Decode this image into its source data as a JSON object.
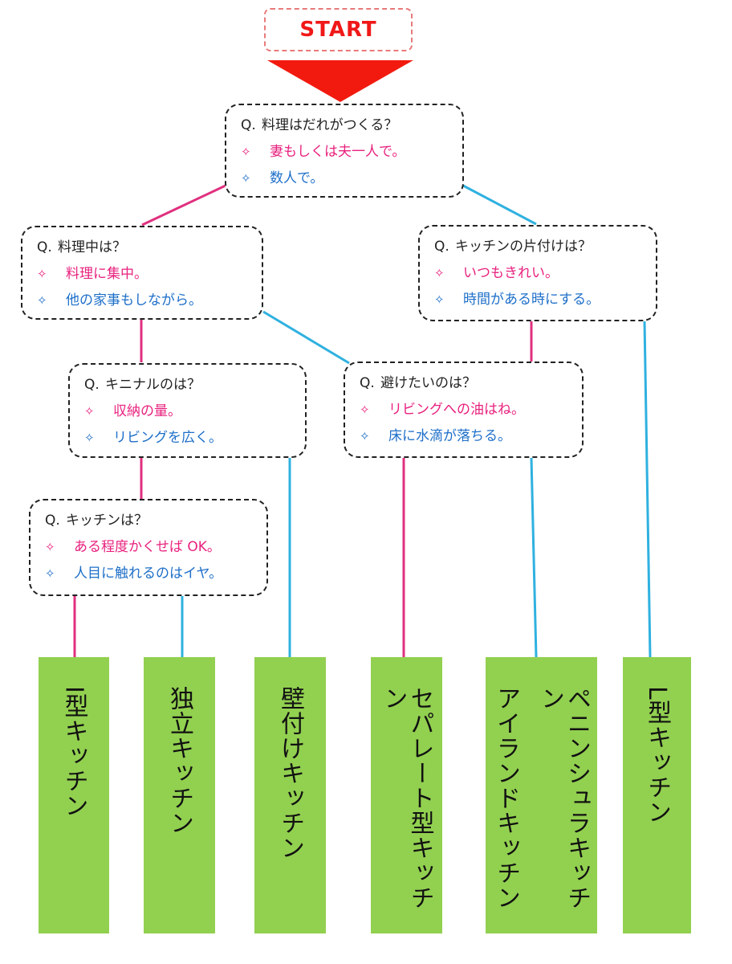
{
  "start": {
    "label": "START"
  },
  "questions": [
    {
      "q": "料理はだれがつくる？",
      "options": [
        {
          "text": "妻もしくは夫一人で。",
          "color": "pink"
        },
        {
          "text": "数人で。",
          "color": "blue"
        }
      ]
    },
    {
      "q": "料理中は？",
      "options": [
        {
          "text": "料理に集中。",
          "color": "pink"
        },
        {
          "text": "他の家事もしながら。",
          "color": "blue"
        }
      ]
    },
    {
      "q": "キッチンの片付けは？",
      "options": [
        {
          "text": "いつもきれい。",
          "color": "pink"
        },
        {
          "text": "時間がある時にする。",
          "color": "blue"
        }
      ]
    },
    {
      "q": "キニナルのは？",
      "options": [
        {
          "text": "収納の量。",
          "color": "pink"
        },
        {
          "text": "リビングを広く。",
          "color": "blue"
        }
      ]
    },
    {
      "q": "避けたいのは？",
      "options": [
        {
          "text": "リビングへの油はね。",
          "color": "pink"
        },
        {
          "text": "床に水滴が落ちる。",
          "color": "blue"
        }
      ]
    },
    {
      "q": "キッチンは？",
      "options": [
        {
          "text": "ある程度かくせば OK。",
          "color": "pink"
        },
        {
          "text": "人目に触れるのはイヤ。",
          "color": "blue"
        }
      ]
    }
  ],
  "q_prefix": "Q.",
  "option_marker": "✧",
  "results": [
    {
      "lines": [
        "I型キッチン"
      ]
    },
    {
      "lines": [
        "独立キッチン"
      ]
    },
    {
      "lines": [
        "壁付けキッチン"
      ]
    },
    {
      "lines": [
        "セパレート型キッチン"
      ]
    },
    {
      "lines": [
        "アイランドキッチン",
        "ペニンシュラキッチン"
      ]
    },
    {
      "lines": [
        "L型キッチン"
      ]
    }
  ],
  "colors": {
    "start": "#f01818",
    "arrow": "#f21a0f",
    "pink": "#e8217e",
    "blue": "#1e6fc9",
    "pink_line": "#e0307f",
    "blue_line": "#2fb1e0",
    "result_fill": "#92d050"
  }
}
